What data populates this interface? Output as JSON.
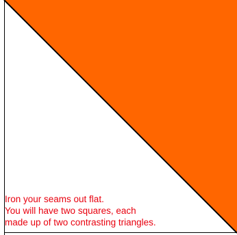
{
  "colors": {
    "triangle_fill": "#ff6600",
    "light_triangle_fill": "#ffffff",
    "outline": "#000000",
    "caption_text": "#e8000e"
  },
  "caption": {
    "lines": [
      "Iron your seams out flat.",
      "You will have two squares, each",
      "made up of two contrasting triangles."
    ]
  }
}
